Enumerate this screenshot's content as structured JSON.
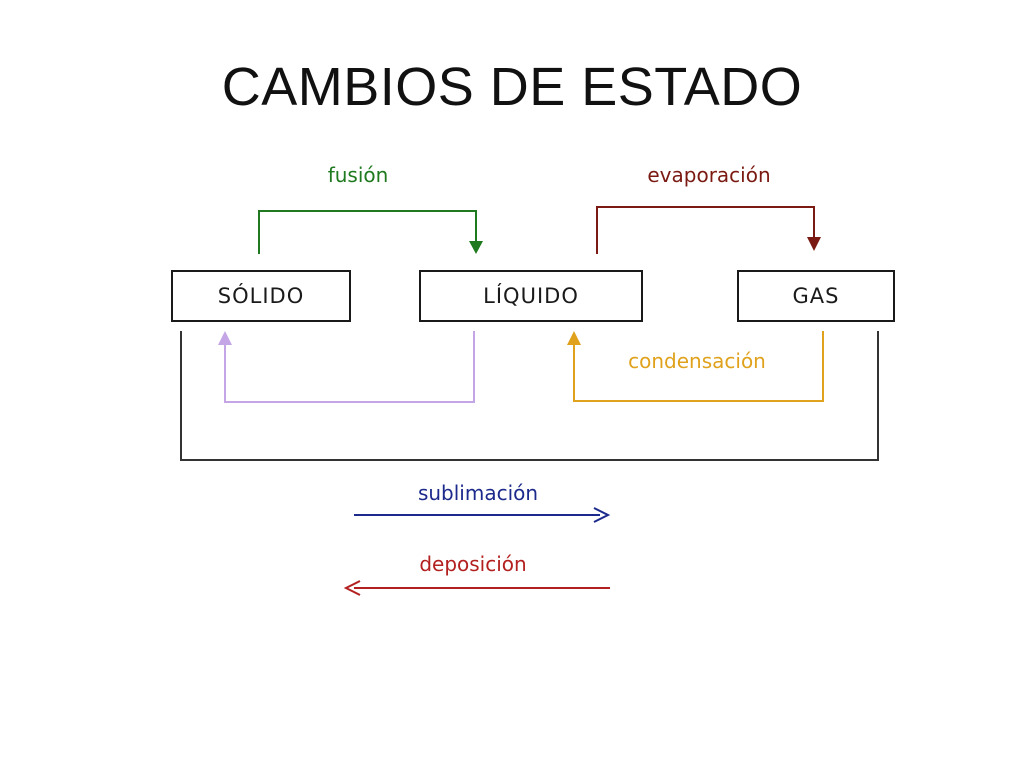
{
  "title": "CAMBIOS DE ESTADO",
  "states": {
    "solid": "SÓLIDO",
    "liquid": "LÍQUIDO",
    "gas": "GAS"
  },
  "processes": {
    "fusion": "fusión",
    "evaporation": "evaporación",
    "condensation": "condensación",
    "sublimation": "sublimación",
    "deposition": "deposición"
  },
  "colors": {
    "fusion": "#1f7a1f",
    "evaporation": "#7a1a12",
    "condensation": "#e0a21c",
    "solidification": "#c4a6e6",
    "sublimation": "#1c2a8c",
    "deposition": "#b32020",
    "sublimation_deposition_bracket": "#333333",
    "box_border": "#1a1a1a"
  }
}
